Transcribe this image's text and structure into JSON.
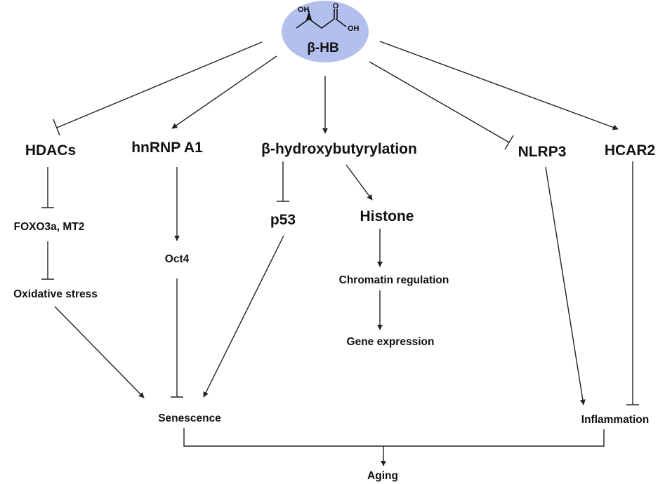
{
  "center": {
    "label": "β-HB",
    "molecule": {
      "hydroxyl": "OH",
      "carbonyl_o": "O",
      "acid_oh": "OH"
    },
    "fill_color": "#b3c0ee"
  },
  "nodes": {
    "hdacs": "HDACs",
    "hnrnp": "hnRNP A1",
    "bhb_lation": "β-hydroxybutyrylation",
    "nlrp3": "NLRP3",
    "hcar2": "HCAR2",
    "foxo": "FOXO3a, MT2",
    "oct4": "Oct4",
    "p53": "p53",
    "histone": "Histone",
    "oxidative": "Oxidative stress",
    "chromatin": "Chromatin regulation",
    "gene": "Gene expression",
    "senescence": "Senescence",
    "inflammation": "Inflammation",
    "aging": "Aging"
  },
  "edges": [
    {
      "from": "β-HB",
      "to": "HDACs",
      "type": "inhibit"
    },
    {
      "from": "β-HB",
      "to": "hnRNP A1",
      "type": "activate"
    },
    {
      "from": "β-HB",
      "to": "β-hydroxybutyrylation",
      "type": "activate"
    },
    {
      "from": "β-HB",
      "to": "NLRP3",
      "type": "inhibit"
    },
    {
      "from": "β-HB",
      "to": "HCAR2",
      "type": "activate"
    },
    {
      "from": "HDACs",
      "to": "FOXO3a, MT2",
      "type": "inhibit"
    },
    {
      "from": "FOXO3a, MT2",
      "to": "Oxidative stress",
      "type": "inhibit"
    },
    {
      "from": "Oxidative stress",
      "to": "Senescence",
      "type": "activate"
    },
    {
      "from": "hnRNP A1",
      "to": "Oct4",
      "type": "activate"
    },
    {
      "from": "Oct4",
      "to": "Senescence",
      "type": "inhibit"
    },
    {
      "from": "β-hydroxybutyrylation",
      "to": "p53",
      "type": "inhibit"
    },
    {
      "from": "p53",
      "to": "Senescence",
      "type": "activate"
    },
    {
      "from": "β-hydroxybutyrylation",
      "to": "Histone",
      "type": "activate"
    },
    {
      "from": "Histone",
      "to": "Chromatin regulation",
      "type": "activate"
    },
    {
      "from": "Chromatin regulation",
      "to": "Gene expression",
      "type": "activate"
    },
    {
      "from": "NLRP3",
      "to": "Inflammation",
      "type": "activate"
    },
    {
      "from": "HCAR2",
      "to": "Inflammation",
      "type": "inhibit"
    },
    {
      "from": "Senescence",
      "to": "Aging",
      "type": "activate"
    },
    {
      "from": "Inflammation",
      "to": "Aging",
      "type": "activate"
    }
  ]
}
